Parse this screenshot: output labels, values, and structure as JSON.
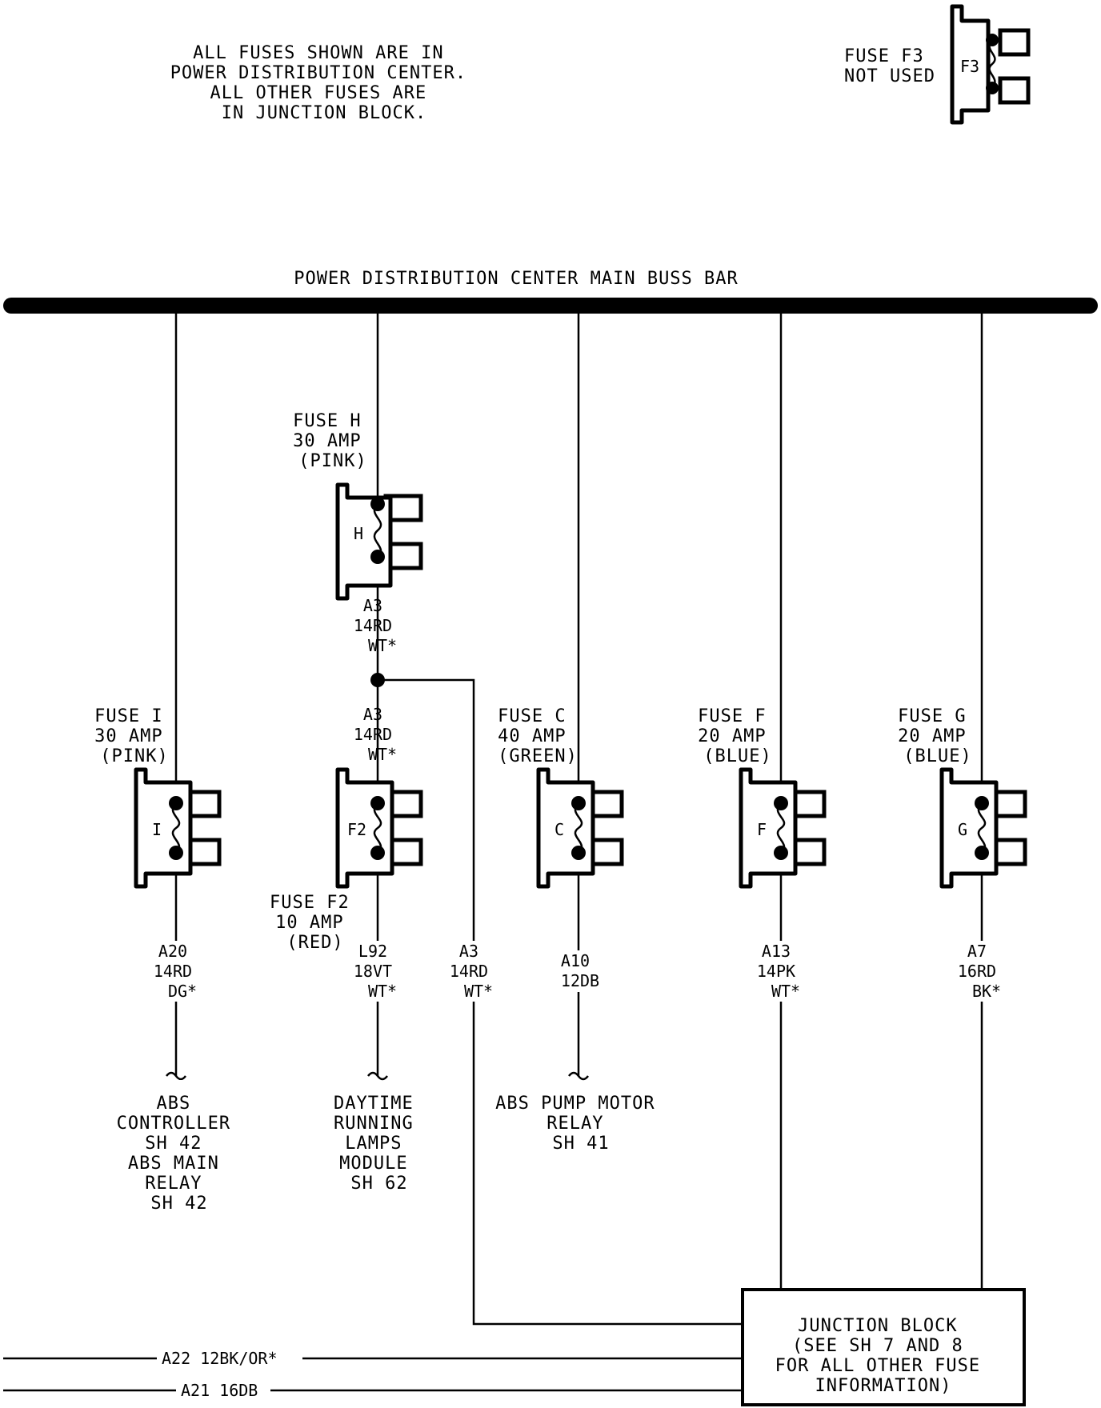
{
  "notes": {
    "note_top_left": [
      "ALL FUSES SHOWN ARE IN",
      "POWER DISTRIBUTION CENTER.",
      "ALL OTHER FUSES ARE",
      "IN JUNCTION BLOCK."
    ],
    "f3_note": [
      "FUSE F3",
      "NOT USED"
    ]
  },
  "bus_bar": {
    "label": "POWER DISTRIBUTION CENTER MAIN BUSS BAR"
  },
  "fuses": {
    "f3": {
      "id": "F3",
      "label": []
    },
    "h": {
      "id": "H",
      "label": [
        "FUSE H",
        "30 AMP",
        "(PINK)"
      ]
    },
    "i": {
      "id": "I",
      "label": [
        "FUSE I",
        "30 AMP",
        "(PINK)"
      ]
    },
    "f2": {
      "id": "F2",
      "label": [
        "FUSE F2",
        "10 AMP",
        "(RED)"
      ]
    },
    "c": {
      "id": "C",
      "label": [
        "FUSE C",
        "40 AMP",
        "(GREEN)"
      ]
    },
    "f": {
      "id": "F",
      "label": [
        "FUSE F",
        "20 AMP",
        "(BLUE)"
      ]
    },
    "g": {
      "id": "G",
      "label": [
        "FUSE G",
        "20 AMP",
        "(BLUE)"
      ]
    }
  },
  "wires": {
    "h_out": [
      "A3",
      "14RD",
      "WT*"
    ],
    "f2_in": [
      "A3",
      "14RD",
      "WT*"
    ],
    "i_out": [
      "A20",
      "14RD",
      "DG*"
    ],
    "f2_out": [
      "L92",
      "18VT",
      "WT*"
    ],
    "a3_branch": [
      "A3",
      "14RD",
      "WT*"
    ],
    "c_out": [
      "A10",
      "12DB"
    ],
    "f_out": [
      "A13",
      "14PK",
      "WT*"
    ],
    "g_out": [
      "A7",
      "16RD",
      "BK*"
    ],
    "a22": "A22  12BK/OR*",
    "a21": "A21  16DB"
  },
  "destinations": {
    "abs": [
      "ABS",
      "CONTROLLER",
      "SH 42",
      "ABS MAIN",
      "RELAY",
      "SH 42"
    ],
    "drl": [
      "DAYTIME",
      "RUNNING",
      "LAMPS",
      "MODULE",
      "SH 62"
    ],
    "pump": [
      "ABS PUMP MOTOR",
      "RELAY",
      "SH 41"
    ]
  },
  "junction_block": {
    "text": [
      "JUNCTION BLOCK",
      "(SEE SH 7 AND 8",
      "FOR ALL OTHER FUSE",
      "INFORMATION)"
    ]
  }
}
